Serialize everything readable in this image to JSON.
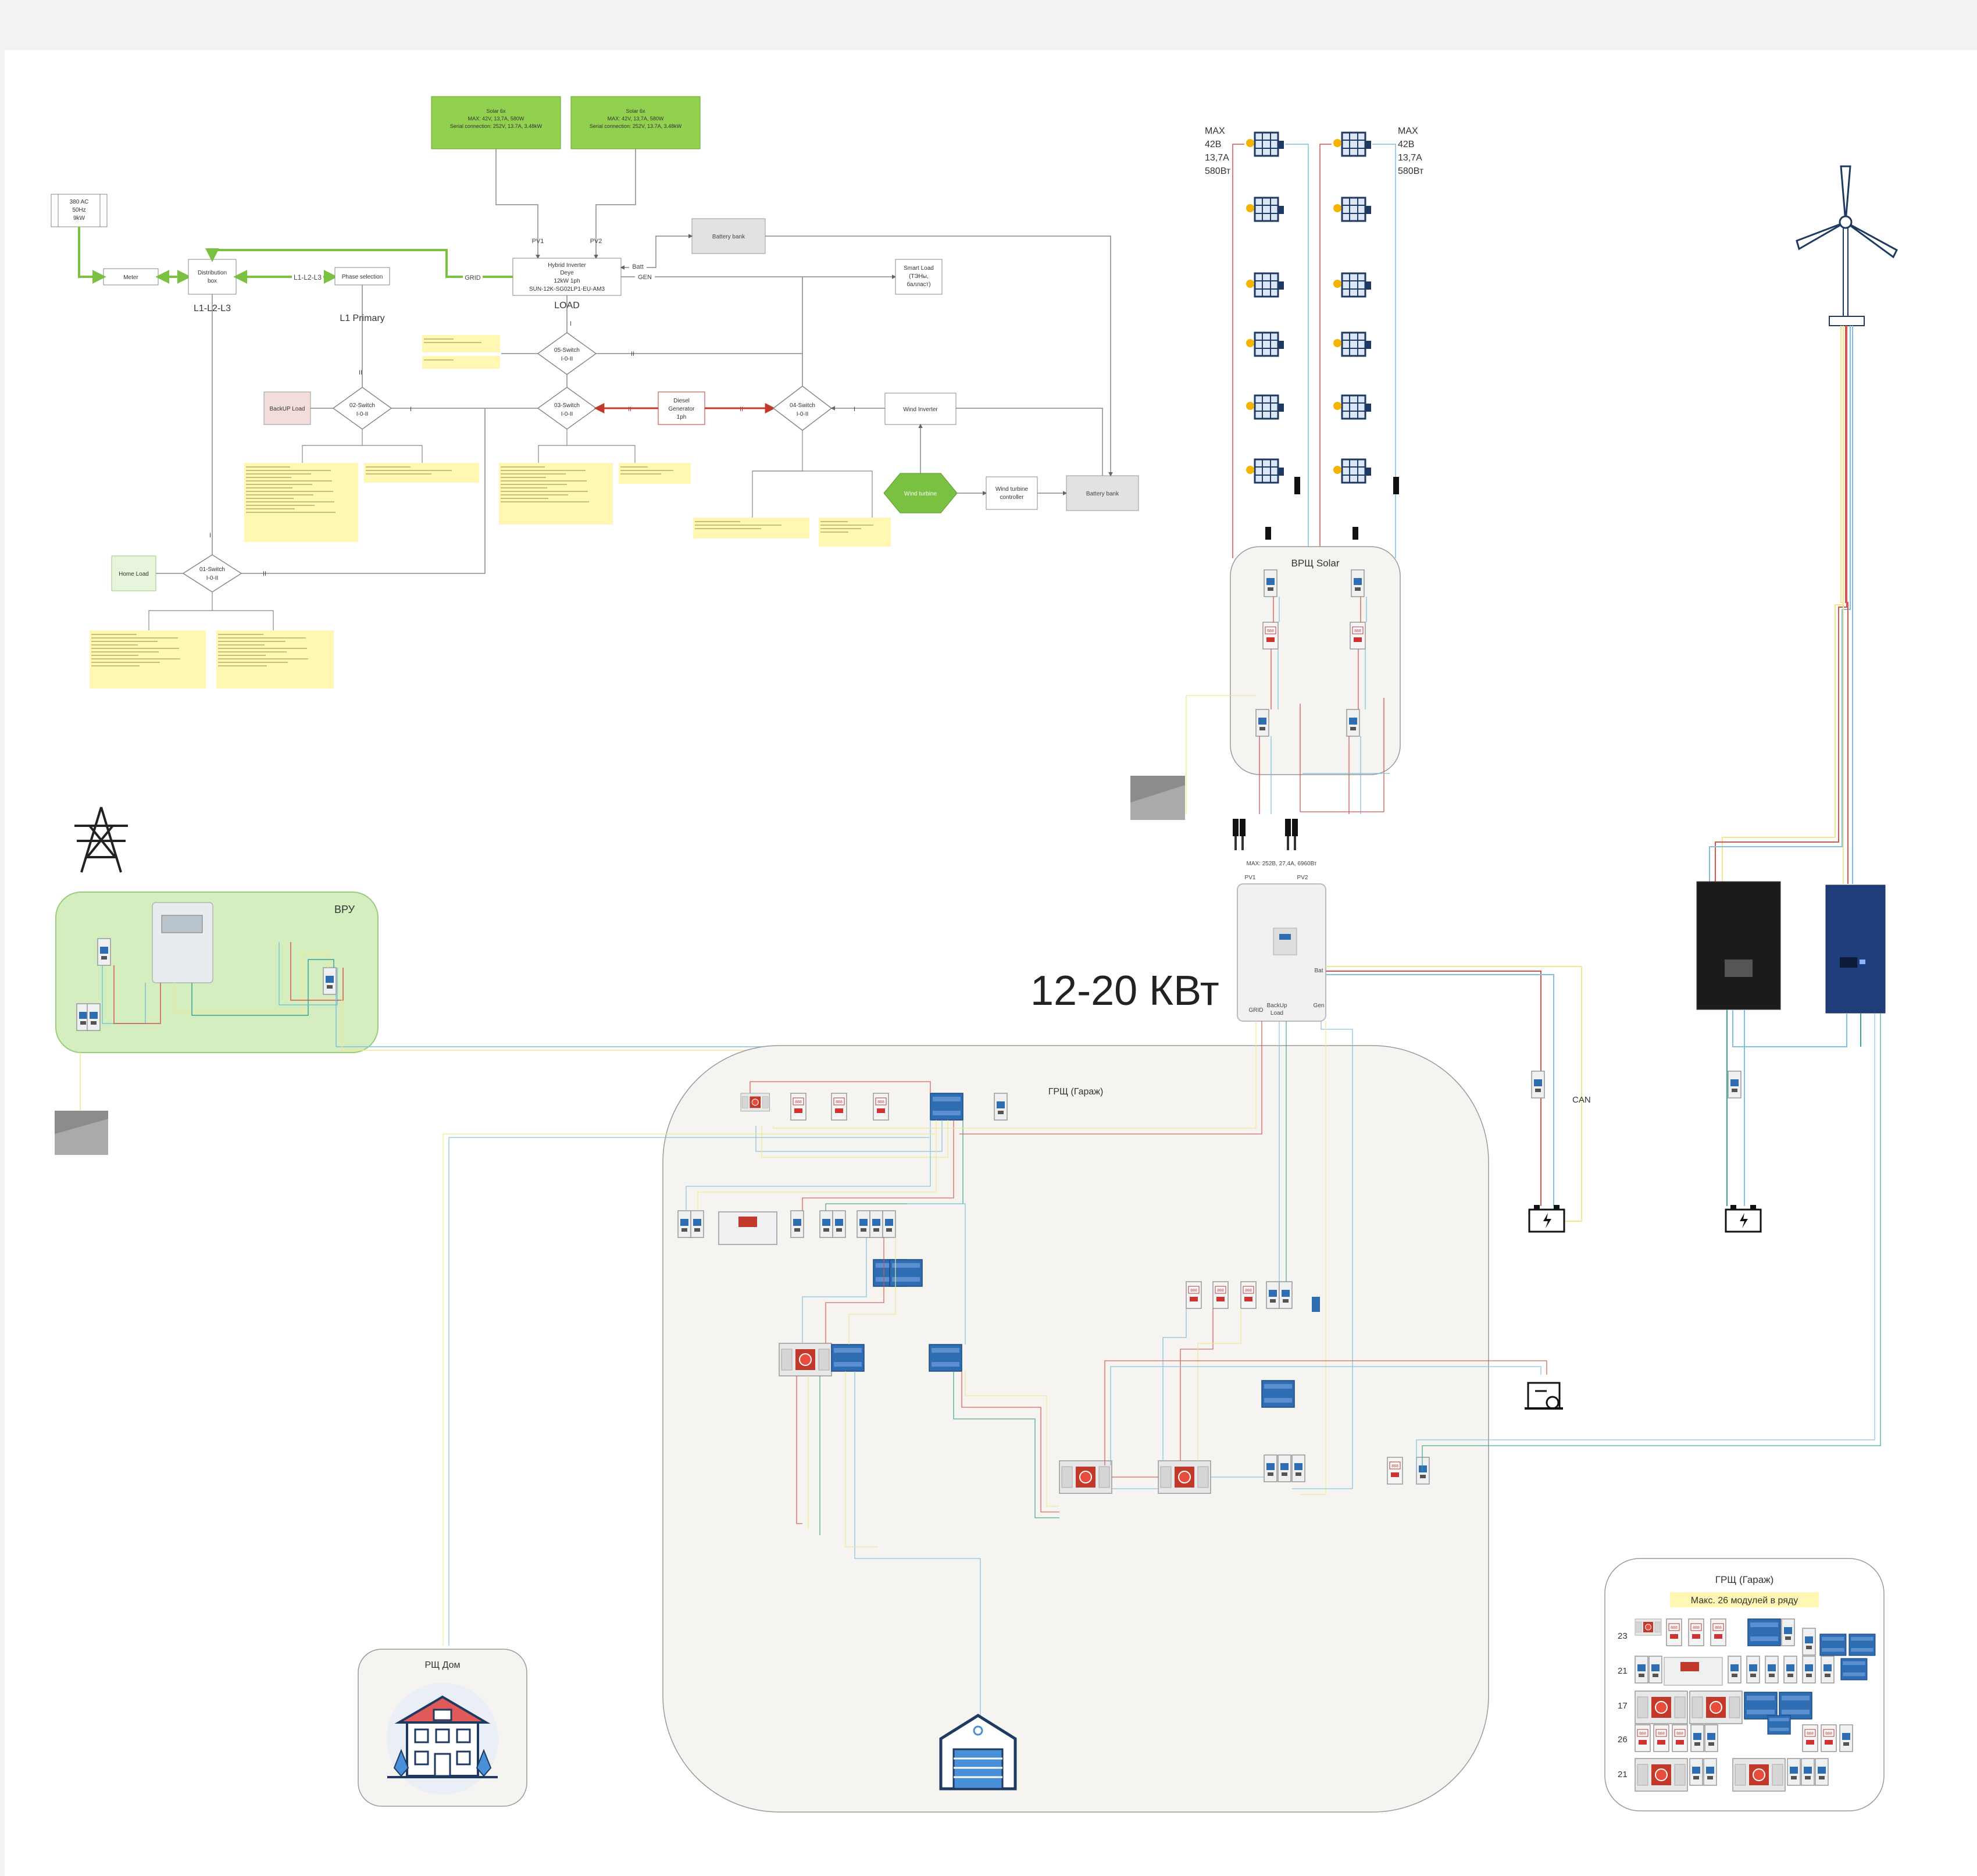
{
  "schematic": {
    "solar_panels": [
      {
        "line1": "Solar 6x",
        "line2": "MAX: 42V, 13,7A, 580W",
        "line3": "Serial connection: 252V, 13.7A, 3.48kW"
      },
      {
        "line1": "Solar 6x",
        "line2": "MAX: 42V, 13,7A, 580W",
        "line3": "Serial connection: 252V, 13.7A, 3.48kW"
      }
    ],
    "grid_source": {
      "line1": "380 AC",
      "line2": "50Hz",
      "line3": "9kW"
    },
    "meter": "Meter",
    "distribution_box": {
      "line1": "Distribution",
      "line2": "box"
    },
    "distribution_caption": "L1-L2-L3",
    "phase_link_label": "L1-L2-L3",
    "phase_selection": "Phase selection",
    "phase_caption": "L1 Primary",
    "grid_label": "GRID",
    "inverter": {
      "line1": "Hybrid Inverter",
      "line2": "Deye",
      "line3": "12kW 1ph",
      "line4": "SUN-12K-SG02LP1-EU-AM3"
    },
    "inverter_caption": "LOAD",
    "pv1": "PV1",
    "pv2": "PV2",
    "batt_label": "Batt",
    "gen_label": "GEN",
    "battery_bank_top": "Battery bank",
    "smart_load": {
      "line1": "Smart Load",
      "line2": "(ТЭНы,",
      "line3": "балласт)"
    },
    "switch05": {
      "line1": "05-Switch",
      "line2": "I-0-II"
    },
    "switch02": {
      "line1": "02-Switch",
      "line2": "I-0-II"
    },
    "switch03": {
      "line1": "03-Switch",
      "line2": "I-0-II"
    },
    "switch04": {
      "line1": "04-Switch",
      "line2": "I-0-II"
    },
    "switch01": {
      "line1": "01-Switch",
      "line2": "I-0-II"
    },
    "backup_load": "BackUP Load",
    "home_load": "Home Load",
    "diesel": {
      "line1": "Diesel",
      "line2": "Generator",
      "line3": "1ph"
    },
    "wind_inverter": "Wind Inverter",
    "wind_turbine": "Wind turbine",
    "wind_controller": {
      "line1": "Wind turbine",
      "line2": "controller"
    },
    "battery_bank_bottom": "Battery bank",
    "pos_I": "I",
    "pos_II": "II"
  },
  "physical": {
    "panel_left": {
      "line1": "MAX",
      "line2": "42В",
      "line3": "13,7А",
      "line4": "580Вт"
    },
    "panel_right": {
      "line1": "MAX",
      "line2": "42В",
      "line3": "13,7А",
      "line4": "580Вт"
    },
    "vrsh_solar": "ВРЩ Solar",
    "connector_caption": "MAX: 252В, 27,4А, 6960Вт",
    "inv_pv1": "PV1",
    "inv_pv2": "PV2",
    "inv_bat": "Bat",
    "inv_grid": "GRID",
    "inv_backup": "BackUp",
    "inv_load": "Load",
    "inv_gen": "Gen",
    "power_caption": "12-20 КВт",
    "vru": "ВРУ",
    "grsh": "ГРЩ (Гараж)",
    "can_label": "CAN",
    "rsh_dom": "РЩ Дом",
    "legend": {
      "title": "ГРЩ (Гараж)",
      "subtitle": "Макс. 26 модулей в ряду",
      "rows": [
        "23",
        "21",
        "17",
        "26",
        "21"
      ]
    }
  },
  "colors": {
    "green_box": "#92d050",
    "green_line": "#7ac142",
    "red_line": "#c0392b",
    "note_yellow": "#fff7b3",
    "vru_green": "#d4eec0",
    "device_blue": "#2f6db3",
    "device_red": "#d9534f"
  },
  "icons": [
    "power-tower-icon",
    "wind-turbine-icon",
    "solar-panel-icon",
    "battery-icon",
    "garage-icon",
    "house-icon",
    "generator-icon"
  ]
}
